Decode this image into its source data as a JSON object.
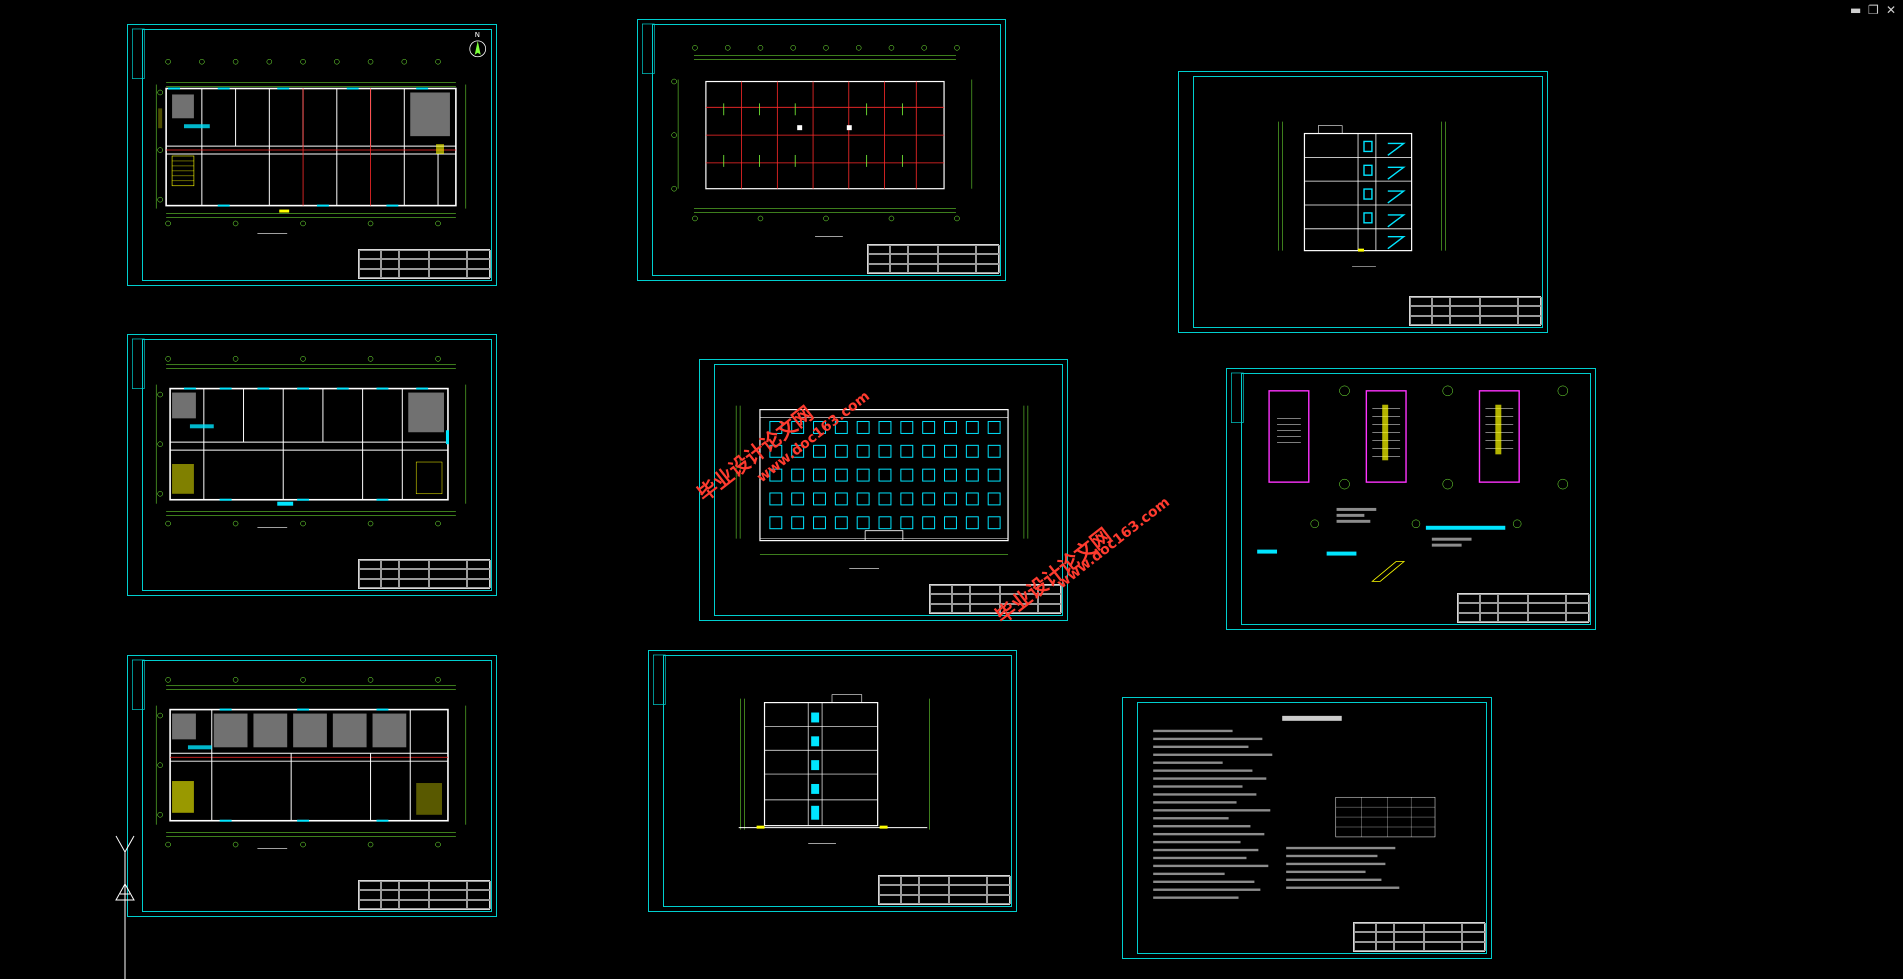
{
  "window_controls": {
    "minimize": "▬",
    "restore": "❐",
    "close": "✕"
  },
  "watermarks": [
    {
      "cn": "毕业设计论文网",
      "url": "www.doc163.com"
    },
    {
      "cn": "毕业设计论文网",
      "url": "www.doc163.com"
    }
  ],
  "compass": {
    "label": "N"
  },
  "colors": {
    "background": "#000000",
    "frame": "#00cfcf",
    "walls": "#ffffff",
    "axes": "#7cff3a",
    "grid_red": "#ff2a2a",
    "stairs": "#ffff00",
    "windows": "#00e5ff",
    "magenta": "#ff33ff",
    "watermark": "#ff3b2f"
  }
}
